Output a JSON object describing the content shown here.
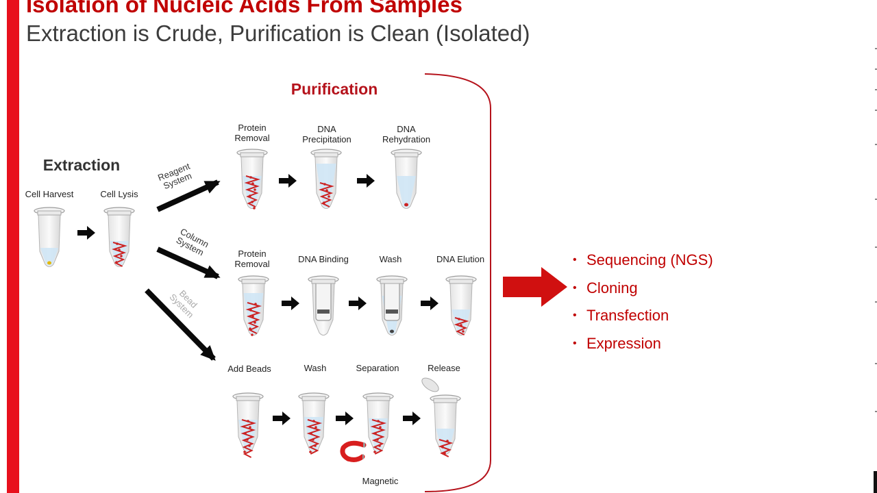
{
  "slide": {
    "title": "Isolation of Nucleic Acids From Samples",
    "subtitle": "Extraction is Crude, Purification is Clean (Isolated)"
  },
  "extraction": {
    "heading": "Extraction",
    "steps": [
      "Cell Harvest",
      "Cell Lysis"
    ]
  },
  "purification": {
    "heading": "Purification",
    "systems": [
      "Reagent\nSystem",
      "Column\nSystem",
      "Bead\nSystem"
    ],
    "reagent_steps": [
      "Protein\nRemoval",
      "DNA\nPrecipitation",
      "DNA\nRehydration"
    ],
    "column_steps": [
      "Protein\nRemoval",
      "DNA Binding",
      "Wash",
      "DNA Elution"
    ],
    "bead_steps": [
      "Add Beads",
      "Wash",
      "Separation",
      "Release"
    ],
    "magnet_label": "Magnetic"
  },
  "applications": [
    "Sequencing (NGS)",
    "Cloning",
    "Transfection",
    "Expression"
  ],
  "colors": {
    "accent": "#c00000",
    "side_bar": "#e8101d",
    "dna_strand": "#cc2222",
    "liquid": "#cfe6f5"
  }
}
